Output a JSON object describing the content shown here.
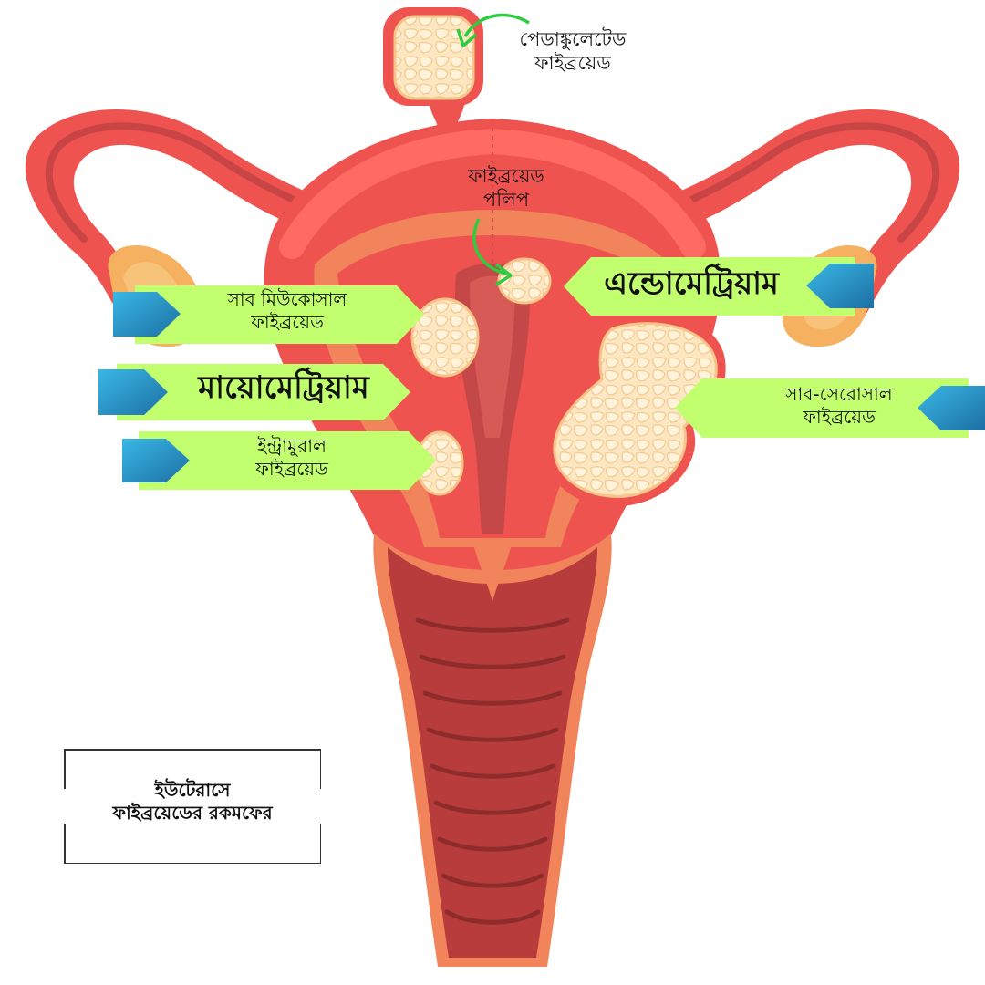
{
  "labels": {
    "pedunculated": [
      "পেডাঙ্কুলেটেড",
      "ফাইব্রয়েড"
    ],
    "polyp": [
      "ফাইব্রয়েড",
      "পলিপ"
    ],
    "endometrium": "এন্ডোমেট্রিয়াম",
    "submucosal": [
      "সাব মিউকোসাল",
      "ফাইব্রয়েড"
    ],
    "myometrium": "মায়োমেট্রিয়াম",
    "subserosal": [
      "সাব-সেরোসাল",
      "ফাইব্রয়েড"
    ],
    "intramural": [
      "ইন্ট্রামুরাল",
      "ফাইব্রয়েড"
    ]
  },
  "title": [
    "ইউটেরাসে",
    "ফাইব্রয়েডের রকমফের"
  ],
  "colors": {
    "uterus_outer": "#ef5350",
    "uterus_light": "#ff6b63",
    "layer_orange": "#f2845c",
    "cervix_dark": "#b83c3c",
    "fibroid": "#fde2b6",
    "fibroid_edge": "#f7c58a",
    "ovary": "#f5b060",
    "tag_green": "#c2ff6e",
    "arrow_blue": "#2aa9dc",
    "pointer_green": "#2ecc40"
  }
}
